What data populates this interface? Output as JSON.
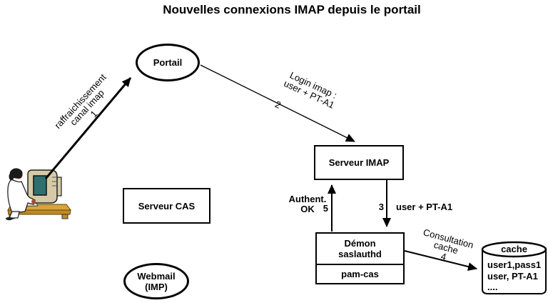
{
  "title": "Nouvelles connexions IMAP depuis le portail",
  "nodes": {
    "portail": "Portail",
    "serveur_imap": "Serveur IMAP",
    "serveur_cas": "Serveur CAS",
    "webmail": {
      "line1": "Webmail",
      "line2": "(IMP)"
    },
    "demon": {
      "line1": "Démon",
      "line2": "saslauthd"
    },
    "pam_cas": "pam-cas",
    "cache": {
      "title": "cache",
      "rows": [
        "user1,pass1",
        "user, PT-A1",
        "...."
      ]
    }
  },
  "edges": {
    "refresh": {
      "num": "1",
      "line1": "raffraichissement",
      "line2": "canal imap"
    },
    "login": {
      "num": "2",
      "line1": "Login imap :",
      "line2": "user + PT-A1"
    },
    "user_pt": {
      "num": "3",
      "label": "user + PT-A1"
    },
    "consult": {
      "num": "4",
      "line1": "Consultation",
      "line2": "cache"
    },
    "authent": {
      "num": "5",
      "line1": "Authent.",
      "line2": "OK"
    }
  },
  "clipart": {
    "label": "user-at-computer",
    "colors": {
      "desk": "#D9A33C",
      "desk_front": "#C08A26",
      "desk_edge": "#5A4408",
      "monitor": "#D6CAA6",
      "monitor_edge": "#222222",
      "screen": "#2E6F70",
      "skin": "#A0522D",
      "hair": "#1A1A1A",
      "coat": "#FFFFFF",
      "keyboard": "#E9E1C9"
    }
  },
  "line_color": "#000000",
  "background": "#FFFFFF"
}
